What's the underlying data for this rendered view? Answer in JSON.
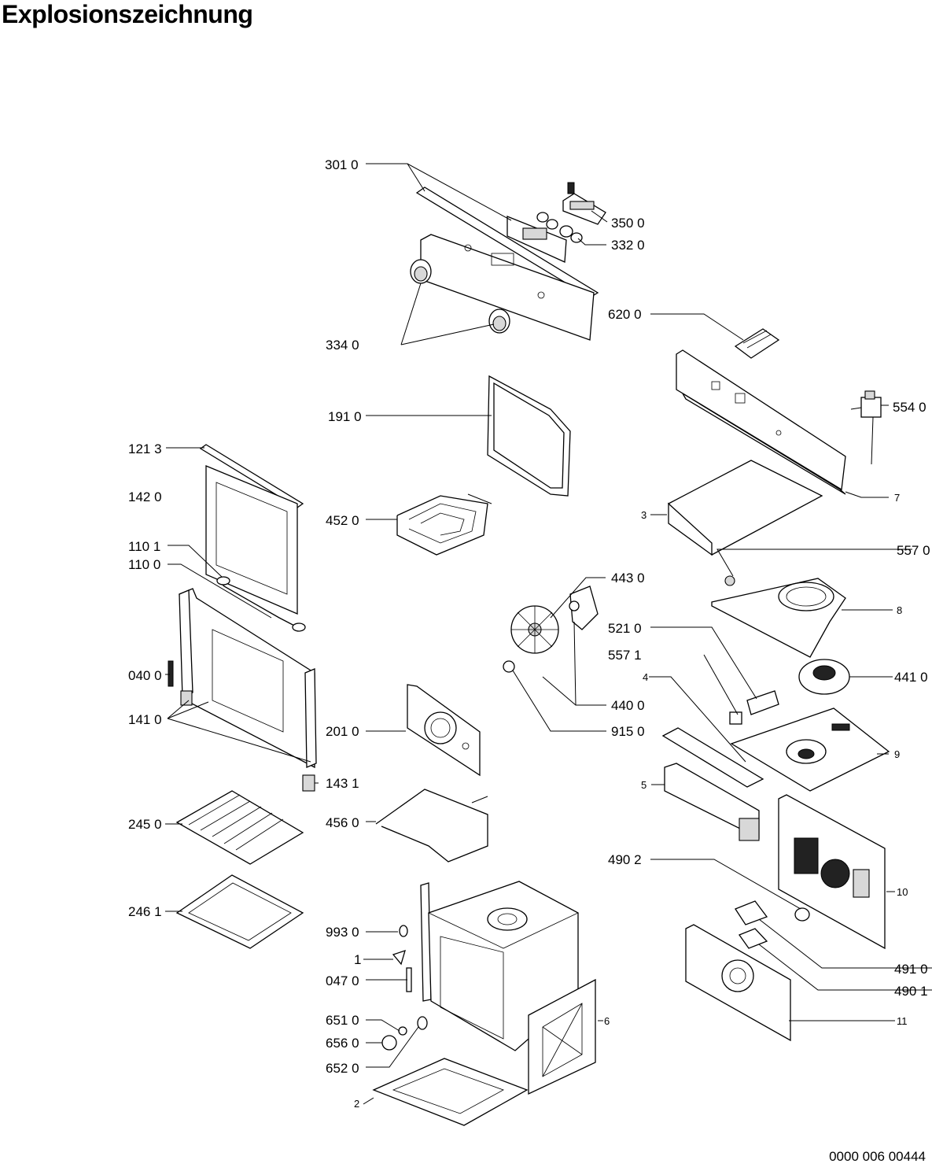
{
  "title": "Explosionszeichnung",
  "document_number": "0000 006 00444",
  "labels": {
    "l3010": "301 0",
    "l3500": "350 0",
    "l3320": "332 0",
    "l3340": "334 0",
    "l6200": "620 0",
    "l5540": "554 0",
    "l1910": "191 0",
    "l1213": "121 3",
    "l1420": "142 0",
    "l4520": "452 0",
    "l7": "7",
    "l3": "3",
    "l5570": "557 0",
    "l1101": "110 1",
    "l1100": "110 0",
    "l4430": "443 0",
    "l8": "8",
    "l5210": "521 0",
    "l5571": "557 1",
    "l0400": "040 0",
    "l4": "4",
    "l4410": "441 0",
    "l4400": "440 0",
    "l1410": "141 0",
    "l2010": "201 0",
    "l9150": "915 0",
    "l9": "9",
    "l1431": "143 1",
    "l5": "5",
    "l2450": "245 0",
    "l4560": "456 0",
    "l4902": "490 2",
    "l10": "10",
    "l2461": "246 1",
    "l9930": "993 0",
    "l4910": "491 0",
    "l4901": "490 1",
    "l1": "1",
    "l0470": "047 0",
    "l11": "11",
    "l6510": "651 0",
    "l6": "6",
    "l6560": "656 0",
    "l6520": "652 0",
    "l2": "2"
  }
}
